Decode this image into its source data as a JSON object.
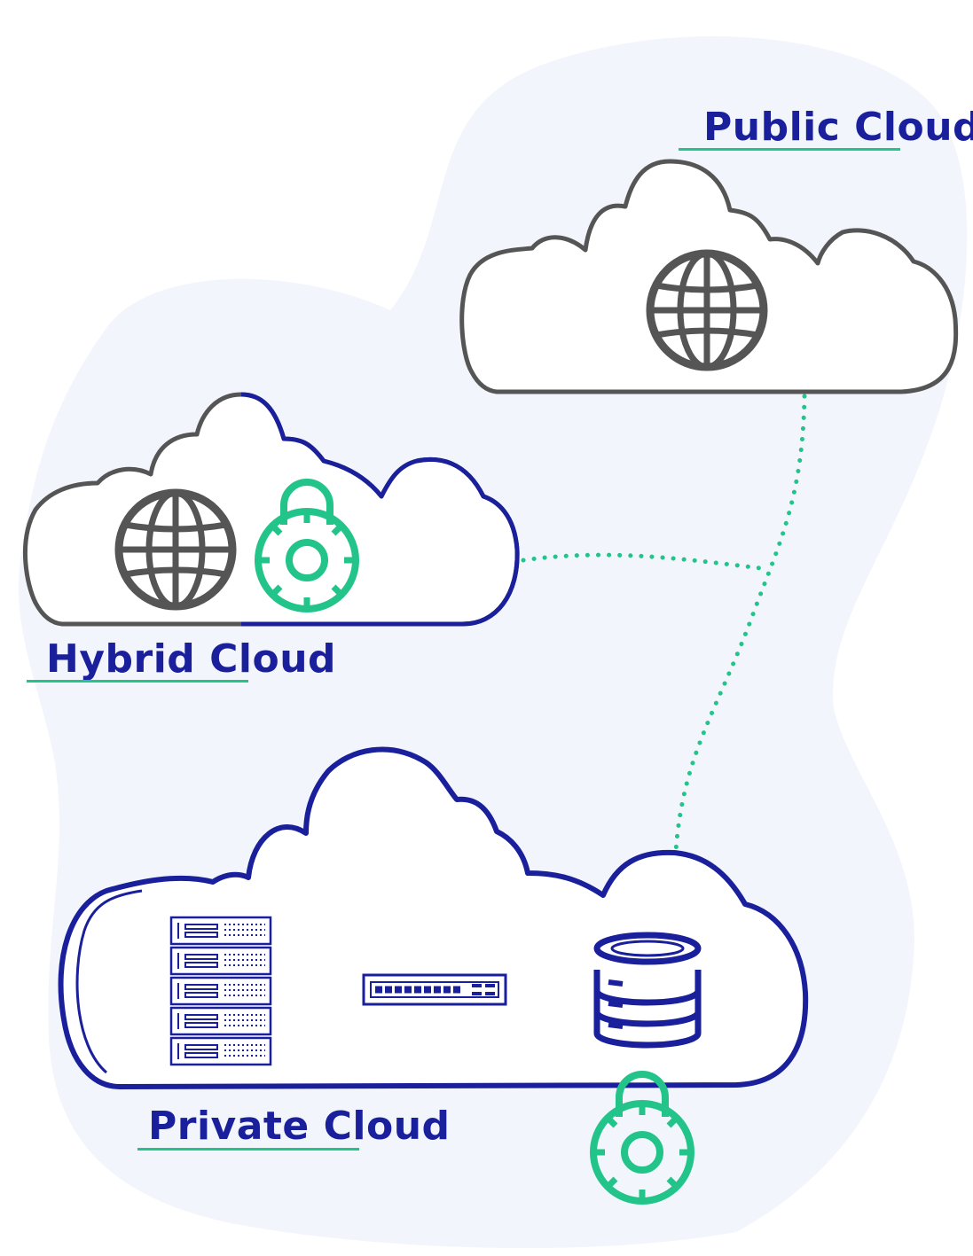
{
  "labels": {
    "public": "Public Cloud",
    "hybrid": "Hybrid Cloud",
    "private": "Private Cloud"
  },
  "colors": {
    "navy": "#1a1f9c",
    "gray": "#555555",
    "teal": "#22c489",
    "blob": "#f2f5fc"
  },
  "icons": {
    "public": [
      "globe-icon"
    ],
    "hybrid": [
      "globe-icon",
      "lock-icon"
    ],
    "private": [
      "server-rack-icon",
      "network-switch-icon",
      "database-icon",
      "lock-icon"
    ]
  }
}
